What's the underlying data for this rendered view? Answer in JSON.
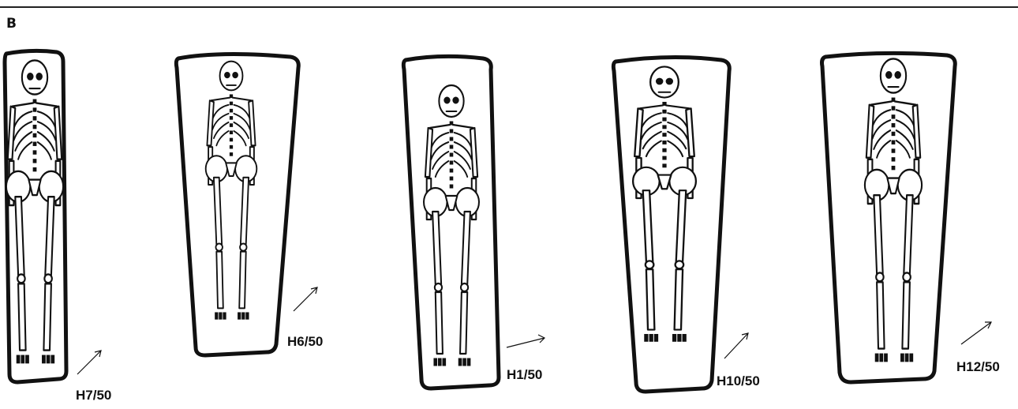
{
  "figure": {
    "panel_letter": "B",
    "graves": [
      {
        "label": "H7/50"
      },
      {
        "label": "H6/50"
      },
      {
        "label": "H1/50"
      },
      {
        "label": "H10/50"
      },
      {
        "label": "H12/50"
      }
    ]
  }
}
